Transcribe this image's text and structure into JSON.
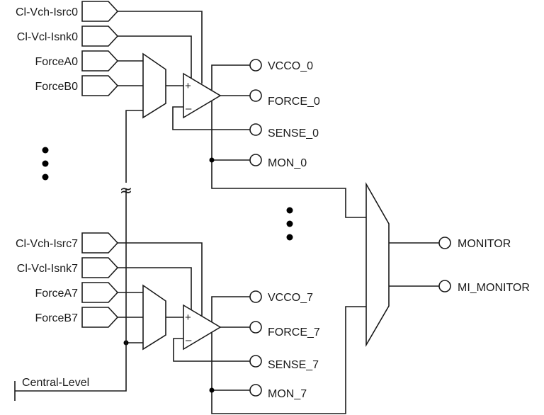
{
  "title": "Pin electronics channel schematic",
  "colors": {
    "line": "#1a1a1a",
    "background": "#ffffff"
  },
  "channels": [
    {
      "inputs": [
        "Cl-Vch-Isrc0",
        "Cl-Vcl-Isnk0",
        "ForceA0",
        "ForceB0"
      ],
      "outputs": [
        "VCCO_0",
        "FORCE_0",
        "SENSE_0",
        "MON_0"
      ]
    },
    {
      "inputs": [
        "Cl-Vch-Isrc7",
        "Cl-Vcl-Isnk7",
        "ForceA7",
        "ForceB7"
      ],
      "outputs": [
        "VCCO_7",
        "FORCE_7",
        "SENSE_7",
        "MON_7"
      ]
    }
  ],
  "amp_signs": {
    "plus": "+",
    "minus": "–"
  },
  "break_symbol": "≈",
  "central_level": "Central-Level",
  "monitor_outputs": [
    "MONITOR",
    "MI_MONITOR"
  ],
  "ellipsis_icon": "vertical-ellipsis"
}
